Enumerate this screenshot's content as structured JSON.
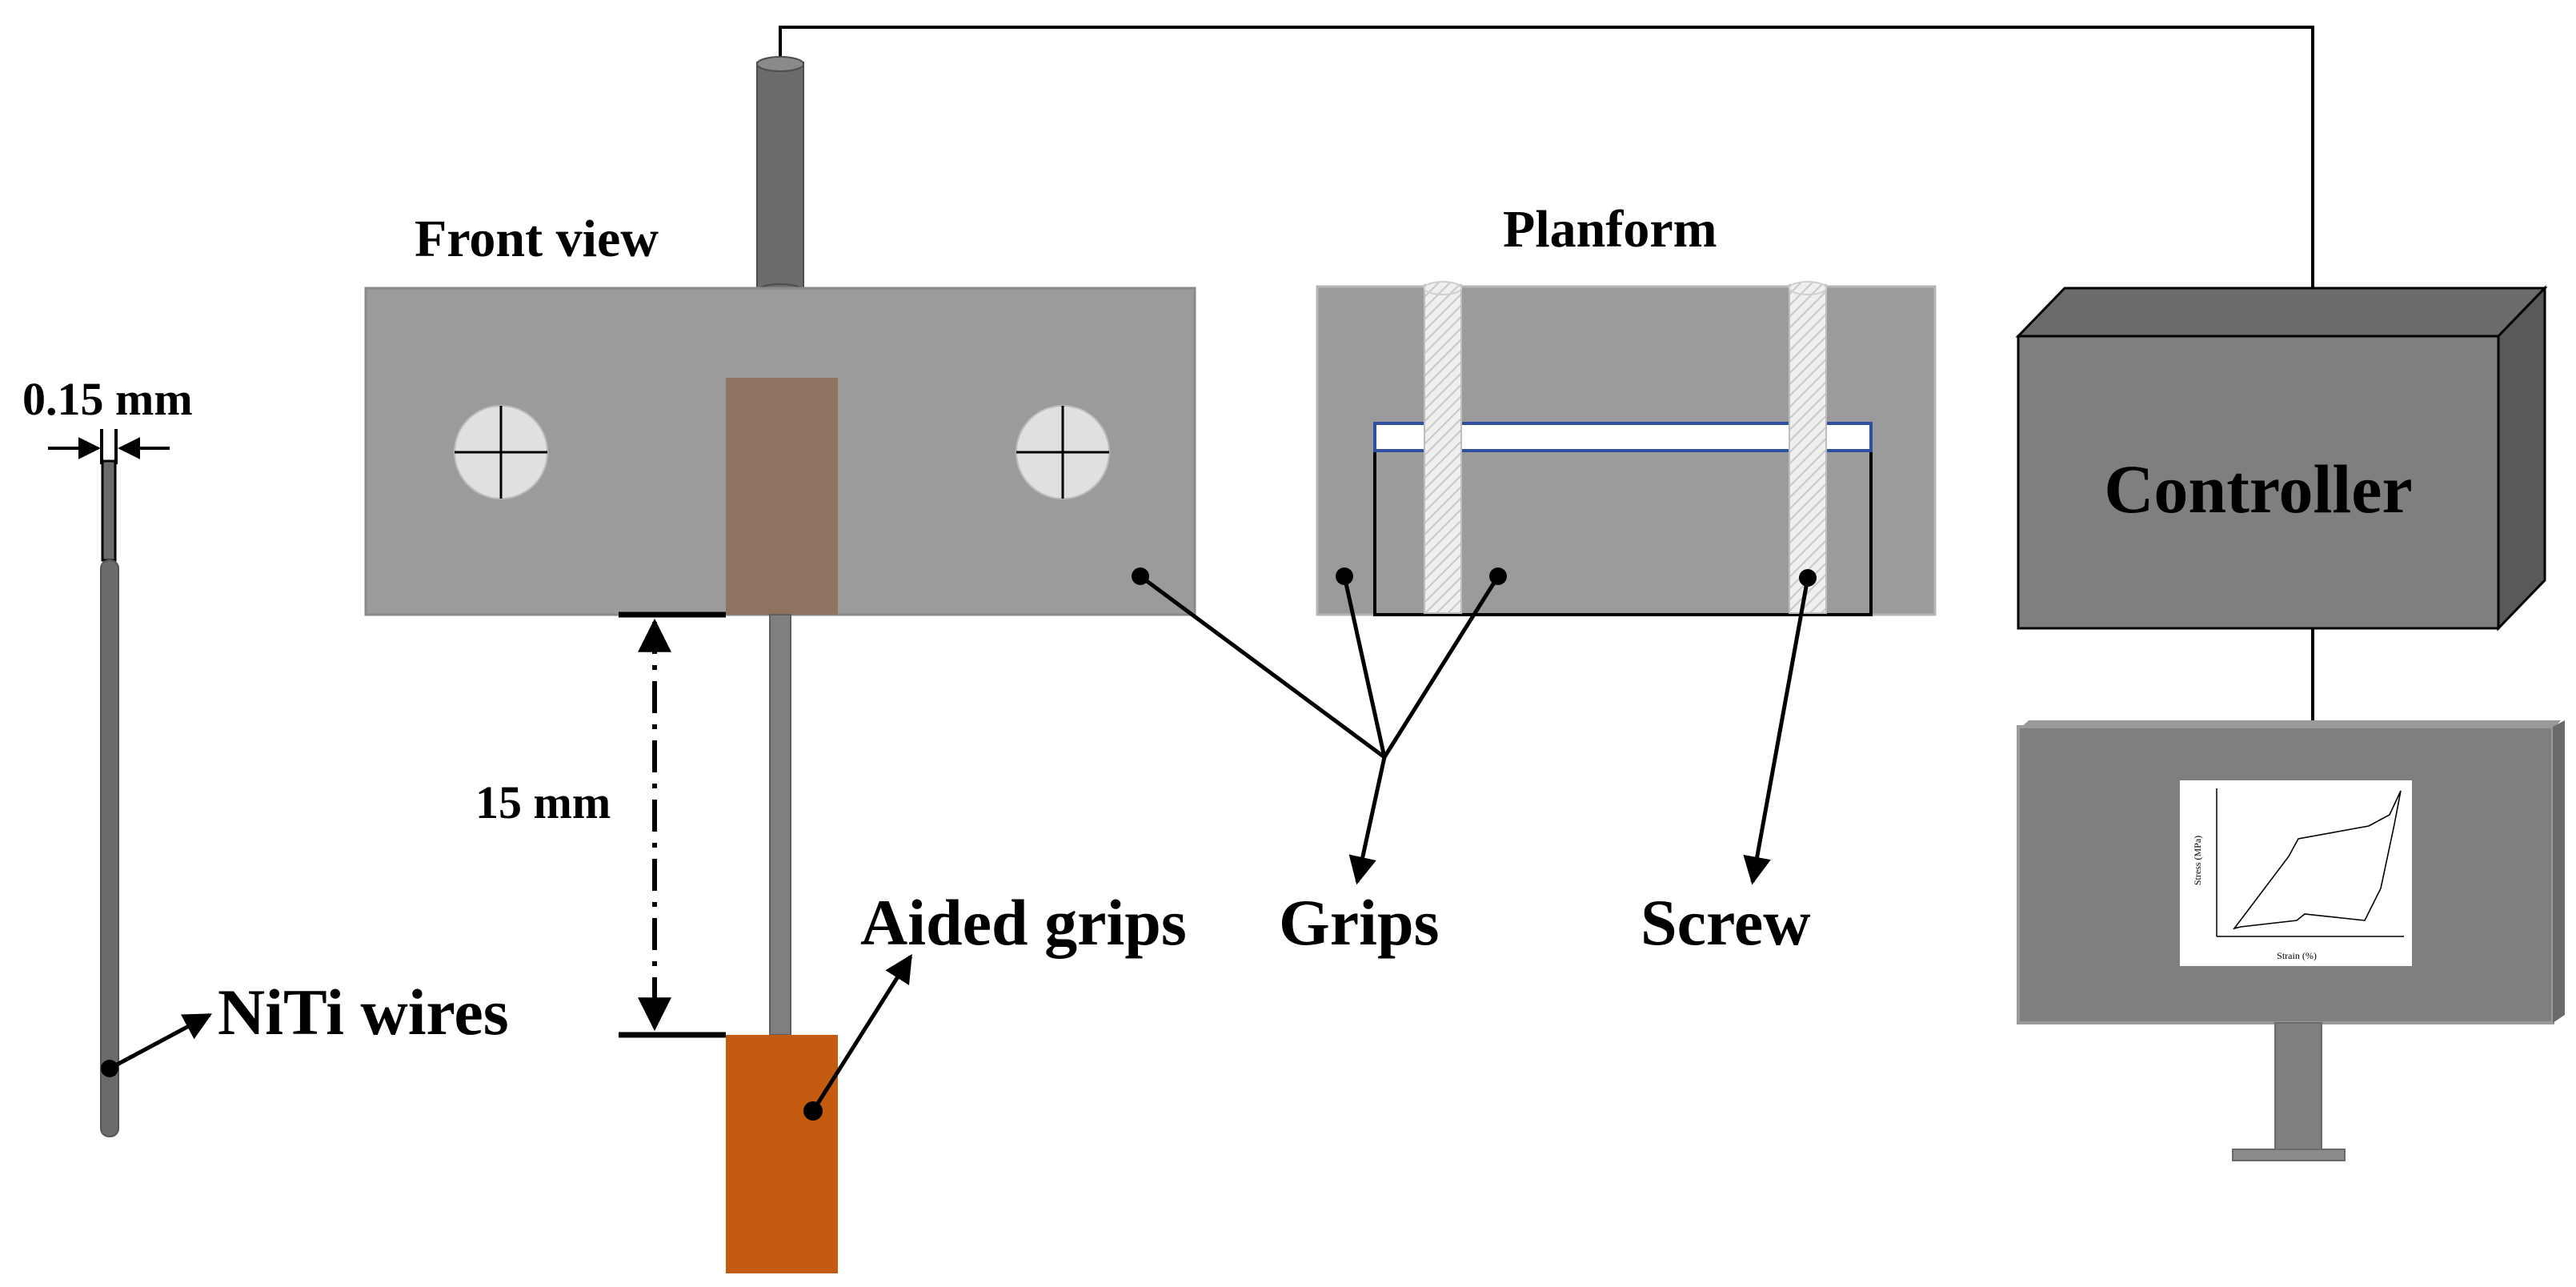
{
  "labels": {
    "front_view": "Front view",
    "planform": "Planform",
    "controller": "Controller",
    "wire_diameter": "0.15 mm",
    "gauge_length": "15 mm",
    "niti_wires": "NiTi wires",
    "aided_grips": "Aided grips",
    "grips": "Grips",
    "screw": "Screw"
  },
  "monitor_chart": {
    "xlabel": "Strain (%)",
    "ylabel": "Stress (MPa)"
  },
  "colors": {
    "grip_gray": "#9b9b9b",
    "rod_gray": "#6b6b6b",
    "aided_grip_brown": "#8f7360",
    "aided_grip_orange": "#c55a11",
    "controller_front": "#7f7f7f",
    "controller_top": "#6b6b6b",
    "controller_side": "#595959",
    "monitor": "#7f7f7f",
    "screw_head": "#e0e0e0"
  },
  "icons": {
    "screw_heads": "cross-slot-screw-head-icon",
    "hatched_screws": "hatched-screw-icon"
  }
}
